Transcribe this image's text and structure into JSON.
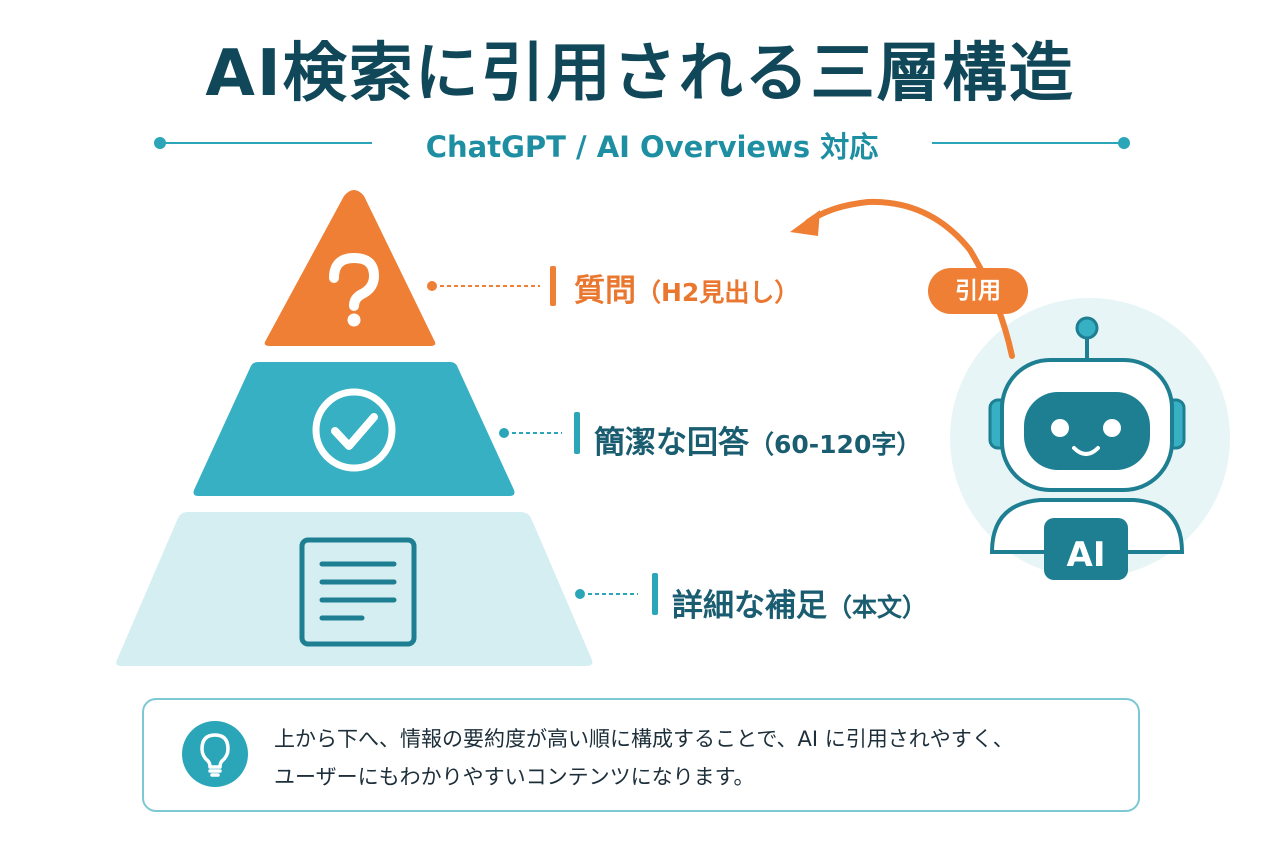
{
  "header": {
    "title": "AI検索に引用される三層構造",
    "subtitle": "ChatGPT / AI Overviews 対応"
  },
  "layers": [
    {
      "main": "質問",
      "paren": "（H2見出し）",
      "icon": "question-mark-icon",
      "color": "#ee7f35"
    },
    {
      "main": "簡潔な回答",
      "paren": "（60-120字）",
      "icon": "check-circle-icon",
      "color": "#36b0c2"
    },
    {
      "main": "詳細な補足",
      "paren": "（本文）",
      "icon": "document-icon",
      "color": "#d4eef1"
    }
  ],
  "robot": {
    "cite_label": "引用",
    "badge": "AI",
    "icon": "robot-icon",
    "arrow_icon": "curved-arrow-icon"
  },
  "note": {
    "line1": "上から下へ、情報の要約度が高い順に構成することで、AI に引用されやすく、",
    "line2": "ユーザーにもわかりやすいコンテンツになります。",
    "icon": "lightbulb-icon"
  },
  "colors": {
    "title": "#10485a",
    "accent": "#2aa6b8",
    "orange": "#ee7f35"
  }
}
